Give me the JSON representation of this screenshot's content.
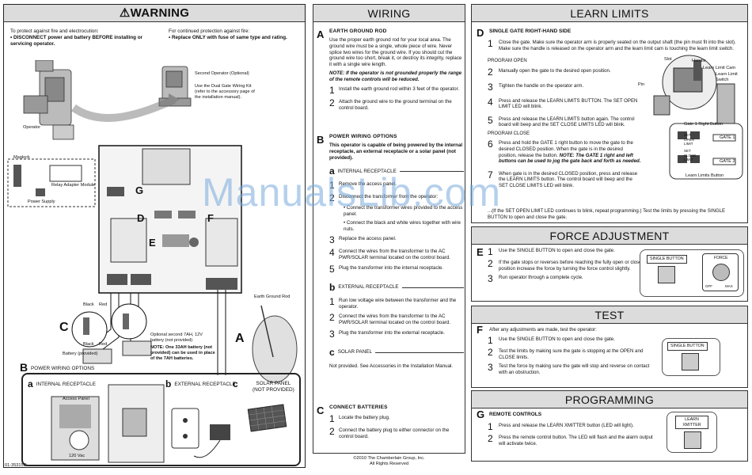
{
  "warning": {
    "title": "⚠WARNING",
    "col1_title": "To protect against fire and electrocution:",
    "col1_text": "• DISCONNECT power and battery BEFORE installing or servicing operator.",
    "col2_title": "For continued protection against fire:",
    "col2_text": "• Replace ONLY with fuse of same type and rating."
  },
  "diagram": {
    "second_operator": "Second Operator (Optional)",
    "second_operator_note": "Use the Dual Gate Wiring Kit (refer to the accessory page of the installation manual).",
    "operator": "Operator",
    "maglock": "Maglock",
    "relay_module": "Relay Adapter Module",
    "power_supply": "Power Supply",
    "earth_ground_rod": "Earth Ground Rod",
    "black": "Black",
    "red": "Red",
    "battery_provided": "Battery (provided)",
    "optional_battery": "Optional second 7AH, 12V battery (not provided)",
    "optional_battery_note": "NOTE: One 33AH battery (not provided) can be used in place of the 7AH batteries.",
    "board_letters": [
      "G",
      "D",
      "F",
      "E"
    ],
    "callout_c": "C",
    "callout_a": "A",
    "power_wiring_b": "B",
    "power_wiring_title": "POWER WIRING OPTIONS",
    "sub_a": "a",
    "sub_a_label": "INTERNAL RECEPTACLE",
    "access_panel": "Access Panel",
    "vac": "120 Vac",
    "sub_b": "b",
    "sub_b_label": "EXTERNAL RECEPTACLE",
    "sub_c": "c",
    "sub_c_label": "SOLAR PANEL",
    "sub_c_label2": "(NOT PROVIDED)"
  },
  "doc_number": "01-35315D",
  "wiring": {
    "title": "WIRING",
    "a_letter": "A",
    "a_title": "EARTH GROUND ROD",
    "a_para": "Use the proper earth ground rod for your local area. The ground wire must be a single, whole piece of wire. Never splice two wires for the ground wire. If you should cut the ground wire too short, break it, or destroy its integrity, replace it with a single wire length.",
    "a_note": "NOTE: If the operator is not grounded properly the range of the remote controls will be reduced.",
    "a_steps": [
      "Install the earth ground rod within 3 feet of the operator.",
      "Attach the ground wire to the ground terminal on the control board."
    ],
    "b_letter": "B",
    "b_title": "POWER WIRING OPTIONS",
    "b_para": "This operator is capable of being powered by the internal receptacle, an external receptacle or a solar panel (not provided).",
    "ba_letter": "a",
    "ba_title": "INTERNAL RECEPTACLE",
    "ba_steps": [
      "Remove the access panel.",
      "Disconnect the transformer from the operator:"
    ],
    "ba_bullets": [
      "Connect the transformer wires provided to the access panel.",
      "Connect the black and white wires together with wire nuts."
    ],
    "ba_steps2": [
      "Replace the access panel.",
      "Connect the wires from the transformer to the AC PWR/SOLAR terminal located on the control board.",
      "Plug the transformer into the internal receptacle."
    ],
    "bb_letter": "b",
    "bb_title": "EXTERNAL RECEPTACLE",
    "bb_steps": [
      "Run low voltage wire between the transformer and the operator.",
      "Connect the wires from the transformer to the AC PWR/SOLAR terminal located on the control board.",
      "Plug the transformer into the external receptacle."
    ],
    "bc_letter": "c",
    "bc_title": "SOLAR PANEL",
    "bc_text": "Not provided. See Accessories in the Installation Manual.",
    "c_letter": "C",
    "c_title": "CONNECT BATTERIES",
    "c_steps": [
      "Locate the battery plug.",
      "Connect the battery plug to either connector on the control board."
    ],
    "nums": [
      "1",
      "2",
      "3",
      "4",
      "5"
    ]
  },
  "copyright": [
    "©2010 The Chamberlain Group, Inc.",
    "All Rights Reserved"
  ],
  "learn": {
    "title": "LEARN LIMITS",
    "letter": "D",
    "subtitle": "SINGLE GATE RIGHT-HAND SIDE",
    "step1": "Close the gate. Make sure the operator arm is properly seated on the output shaft (the pin must fit into the slot). Make sure the handle is released on the operator arm and the learn limit cam is touching the learn limit switch.",
    "open_label": "PROGRAM OPEN",
    "step2": "Manually open the gate to the desired open position.",
    "step3": "Tighten the handle on the operator arm.",
    "step4": "Press and release the LEARN LIMITS BUTTON. The SET OPEN LIMIT LED will blink.",
    "step5": "Press and release the LEARN LIMITS button again. The control board will beep and the SET CLOSE LIMITS LED will blink.",
    "close_label": "PROGRAM CLOSE",
    "step6": "Press and hold the GATE 1 right button to move the gate to the desired CLOSED position. When the gate is in the desired position, release the button.",
    "step6_note": "NOTE: The GATE 1 right and left buttons can be used to jog the gate back and forth as needed.",
    "step7": "When gate is in the desired CLOSED position, press and release the LEARN LIMITS button. The control board will beep and the SET CLOSE LIMITS LED will blink.",
    "final": "...(If the SET OPEN LIMIT LED continues to blink, repeat programming.) Test the limits by pressing the SINGLE BUTTON to open and close the gate.",
    "slot": "Slot",
    "handle": "Handle",
    "learn_limit_cam": "Learn Limit Cam",
    "learn_limit_switch": "Learn Limit Switch",
    "pin": "Pin",
    "gate1_right_button": "Gate 1 Right Button",
    "gate1": "GATE 1",
    "gate2": "GATE 2",
    "set_open": "SET OPEN LIMIT",
    "set_close": "SET CLOSE LIMIT",
    "learn_limits_button": "Learn Limits Button"
  },
  "force": {
    "title": "FORCE ADJUSTMENT",
    "letter": "E",
    "steps": [
      "Use the SINGLE BUTTON to open and close the gate.",
      "If the gate stops or reverses before reaching the fully open or closed position increase the force by turning the force control slightly.",
      "Run operator through a complete cycle."
    ],
    "single_button": "SINGLE BUTTON",
    "force_label": "FORCE",
    "off": "OFF",
    "max": "MAX"
  },
  "test": {
    "title": "TEST",
    "letter": "F",
    "intro": "After any adjustments are made, test the operator:",
    "steps": [
      "Use the SINGLE BUTTON to open and close the gate.",
      "Test the limits by making sure the gate is stopping at the OPEN and CLOSE limits.",
      "Test the force by making sure the gate will stop and reverse on contact with an obstruction."
    ],
    "single_button": "SINGLE BUTTON"
  },
  "programming": {
    "title": "PROGRAMMING",
    "letter": "G",
    "subtitle": "REMOTE CONTROLS",
    "steps": [
      "Press and release the LEARN XMITTER button (LED will light).",
      "Press the remote control button. The LED will flash and the alarm output will activate twice."
    ],
    "learn_xmitter": "LEARN XMITTER"
  },
  "watermark": "ManualsLib.com"
}
